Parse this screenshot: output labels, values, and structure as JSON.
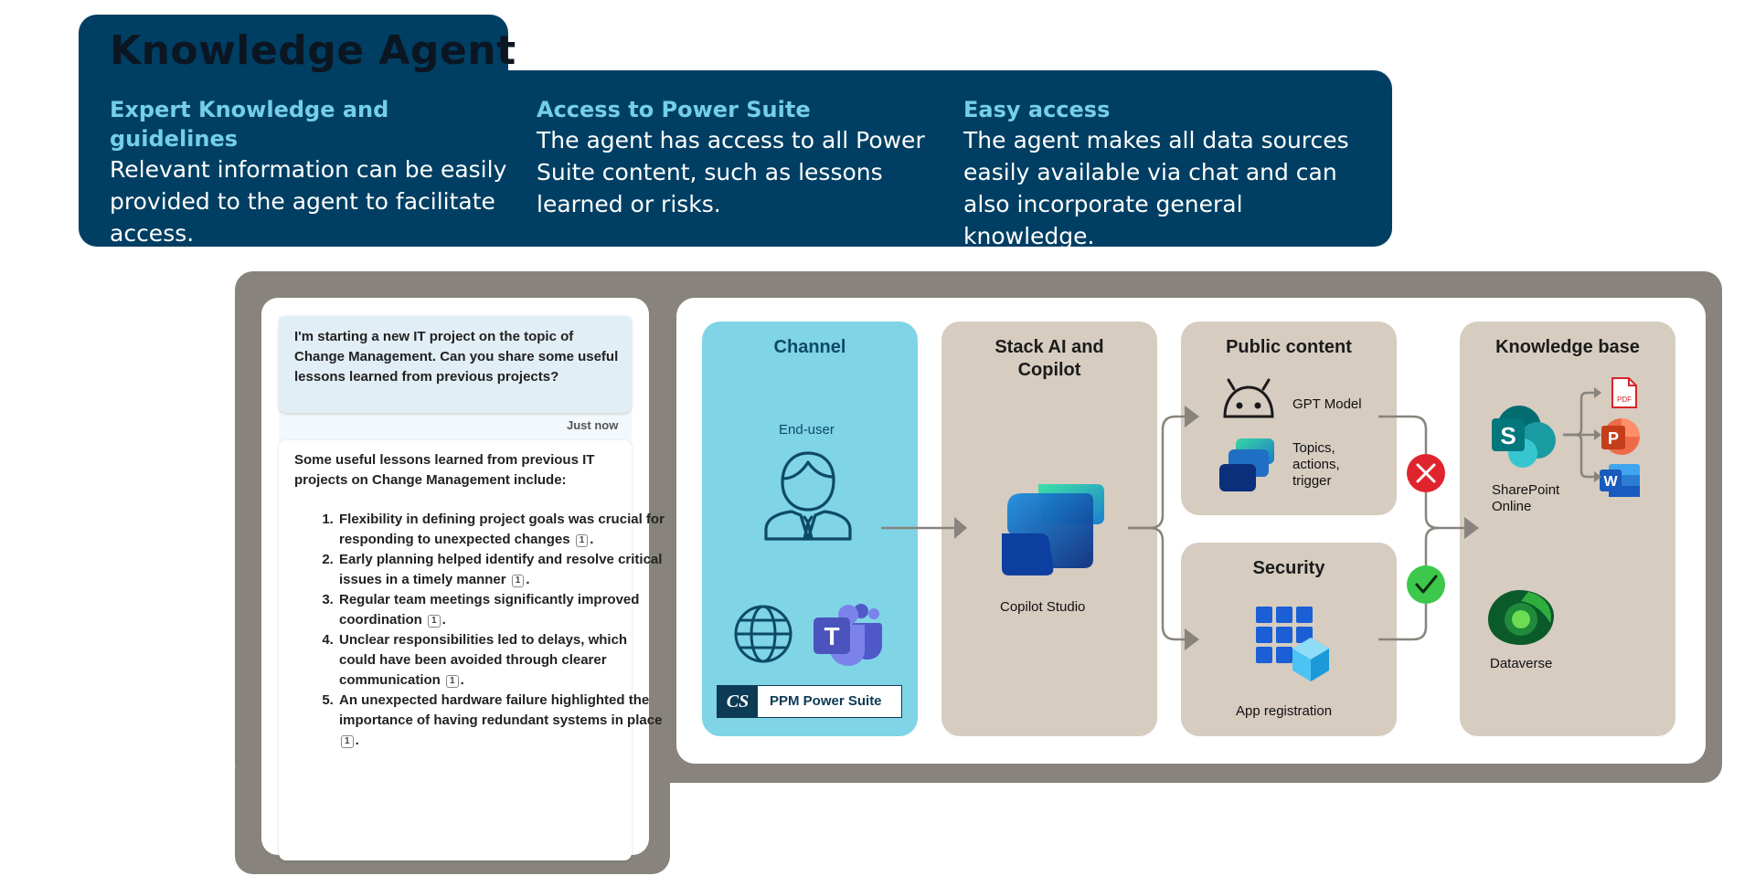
{
  "header": {
    "title": "Knowledge Agent",
    "columns": [
      {
        "heading": "Expert Knowledge and guidelines",
        "text": "Relevant information can be easily provided to the agent to facilitate access."
      },
      {
        "heading": "Access to Power Suite",
        "text": "The agent has access to all Power Suite content, such as lessons learned or risks."
      },
      {
        "heading": "Easy access",
        "text": "The agent makes all data sources easily available via chat and can also incorporate general knowledge."
      }
    ]
  },
  "chat": {
    "question": "I'm starting a new IT project on the topic of Change Management. Can you share some useful lessons learned from previous projects?",
    "timestamp": "Just now",
    "answer_intro": "Some useful lessons learned from previous IT projects on Change Management include:",
    "citation": "1",
    "answer_items": [
      "Flexibility in defining project goals was crucial for responding to unexpected changes",
      "Early planning helped identify and resolve critical issues in a timely manner",
      "Regular team meetings significantly improved coordination",
      "Unclear responsibilities led to delays, which could have been avoided through clearer communication",
      "An unexpected hardware failure highlighted the importance of having redundant systems in place"
    ]
  },
  "diagram": {
    "channel": {
      "title": "Channel",
      "user_label": "End-user",
      "badge_logo": "CS",
      "badge_text": "PPM Power Suite"
    },
    "stack": {
      "title": "Stack AI and Copilot",
      "label": "Copilot Studio"
    },
    "public_content": {
      "title": "Public content",
      "gpt_label": "GPT Model",
      "topics_label": "Topics, actions, trigger"
    },
    "security": {
      "title": "Security",
      "label": "App registration"
    },
    "knowledge_base": {
      "title": "Knowledge base",
      "sharepoint_label": "SharePoint Online",
      "dataverse_label": "Dataverse",
      "pdf_label": "PDF",
      "ppt_label": "P",
      "word_label": "W"
    }
  },
  "colors": {
    "header_bg": "#003f63",
    "header_accent": "#74cfe8",
    "frame": "#88847d",
    "channel_bg": "#7fd4e6",
    "panel_bg": "#d6ccc0",
    "deny": "#e0242e",
    "allow": "#3cc84a"
  },
  "icons": [
    "user-icon",
    "globe-icon",
    "teams-icon",
    "copilot-icon",
    "robot-icon",
    "topics-icon",
    "app-grid-icon",
    "sharepoint-icon",
    "pdf-icon",
    "powerpoint-icon",
    "word-icon",
    "dataverse-icon",
    "cross-icon",
    "check-icon"
  ]
}
